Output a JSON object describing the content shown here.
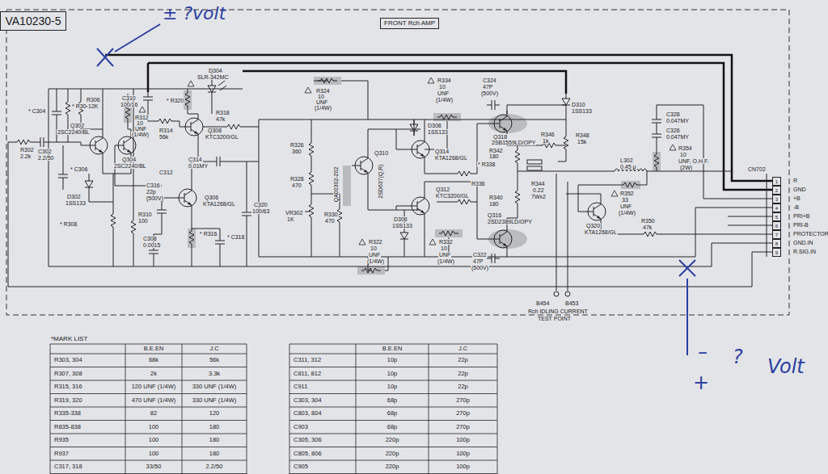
{
  "diagram": {
    "nodes": [
      {
        "text": [
          "VA10230-5"
        ]
      },
      {
        "text": [
          "FRONT Rch AMP"
        ]
      },
      {
        "text": [
          "1"
        ]
      },
      {
        "text": [
          "2"
        ]
      },
      {
        "text": [
          "3"
        ]
      },
      {
        "text": [
          "4"
        ]
      },
      {
        "text": [
          "5"
        ]
      },
      {
        "text": [
          "6"
        ]
      },
      {
        "text": [
          "7"
        ]
      },
      {
        "text": [
          "8"
        ]
      },
      {
        "text": [
          "9"
        ]
      }
    ],
    "labels": [
      "± ?volt",
      "–",
      "?",
      "Volt",
      "+",
      "* C304",
      "* R304",
      "R306",
      "12K",
      "C310",
      "100/16",
      "* R320",
      "D304",
      "SLR-342MC",
      "R318",
      "47k",
      "R312",
      "10",
      "UNF",
      "(1/4W)",
      "Q302",
      "2SC2240/BL",
      "R314",
      "56k",
      "Q308",
      "KTC3200/GL",
      "Q304",
      "2SC2240/BL",
      "R302",
      "2.2k",
      "C302",
      "2.2/50",
      "* C306",
      "D302",
      "1SS133",
      "C312",
      "C314",
      "0.01MY",
      "C316",
      "22p",
      "(500V)",
      "Q306",
      "KTA1268/GL",
      "C320",
      "100/63",
      "* R308",
      "R310",
      "100",
      "C308",
      "0.0015",
      "* R316",
      "* C318",
      "R324",
      "10",
      "UNF",
      "(1/4W)",
      "R326",
      "360",
      "R328",
      "470",
      "VR302",
      "1K",
      "R330",
      "470",
      "QA00302-202",
      "Q310",
      "2SD637(Q,R)",
      "R322",
      "10",
      "UNF",
      "(1/4W)",
      "D306",
      "1SS133",
      "R334",
      "10",
      "UNF",
      "(1/4W)",
      "C324",
      "47P",
      "(500V)",
      "D308",
      "1SS133",
      "Q314",
      "KTA1268/GL",
      "Q318",
      "2SB1559LD/OPY",
      "R346",
      "1k",
      "R342",
      "180",
      "* R338",
      "Q312",
      "KTC3200/GL",
      "R336",
      "R340",
      "180",
      "R344",
      "0.22",
      "7Wx2",
      "Q316",
      "2SD2389LD/OPY",
      "R332",
      "10",
      "UNF",
      "(1/4W)",
      "C322",
      "47P",
      "(500V)",
      "D310",
      "1SS133",
      "R348",
      "15k",
      "C328",
      "0.047MY",
      "C326",
      "0.047MY",
      "R354",
      "10",
      "UNF, O.H.F.",
      "(2W)",
      "L302",
      "0.45 μ",
      "R352",
      "33",
      "UNF",
      "(1/4W)",
      "Q320",
      "KTA1268/GL",
      "R350",
      "47k",
      "CN702",
      "R",
      "GND",
      "+B",
      "-B",
      "PRI+B",
      "PRI-B",
      "PROTECTOR",
      "GND.IN",
      "R.SIG.IN",
      "B454",
      "B453",
      "Rch IDLING CURRENT",
      "TEST POINT",
      "*MARK LIST",
      "B.E.EN",
      "J.C",
      "R303, 304",
      "68k",
      "56k",
      "R307, 308",
      "2k",
      "3.3k",
      "R315, 316",
      "120 UNF (1/4W)",
      "330 UNF (1/4W)",
      "R319, 320",
      "470 UNF (1/4W)",
      "330 UNF (1/4W)",
      "R335-338",
      "82",
      "120",
      "R835-838",
      "100",
      "180",
      "R935",
      "100",
      "180",
      "R937",
      "100",
      "180",
      "C317, 318",
      "33/50",
      "2.2/50",
      "B.E.EN",
      "J.C",
      "C311, 312",
      "10p",
      "22p",
      "C811, 812",
      "10p",
      "22p",
      "C911",
      "10p",
      "22p",
      "C303, 304",
      "68p",
      "270p",
      "C803, 804",
      "68p",
      "270p",
      "C903",
      "68p",
      "270p",
      "C305, 306",
      "220p",
      "100p",
      "C805, 806",
      "220p",
      "100p",
      "C905",
      "220p",
      "100p"
    ]
  }
}
